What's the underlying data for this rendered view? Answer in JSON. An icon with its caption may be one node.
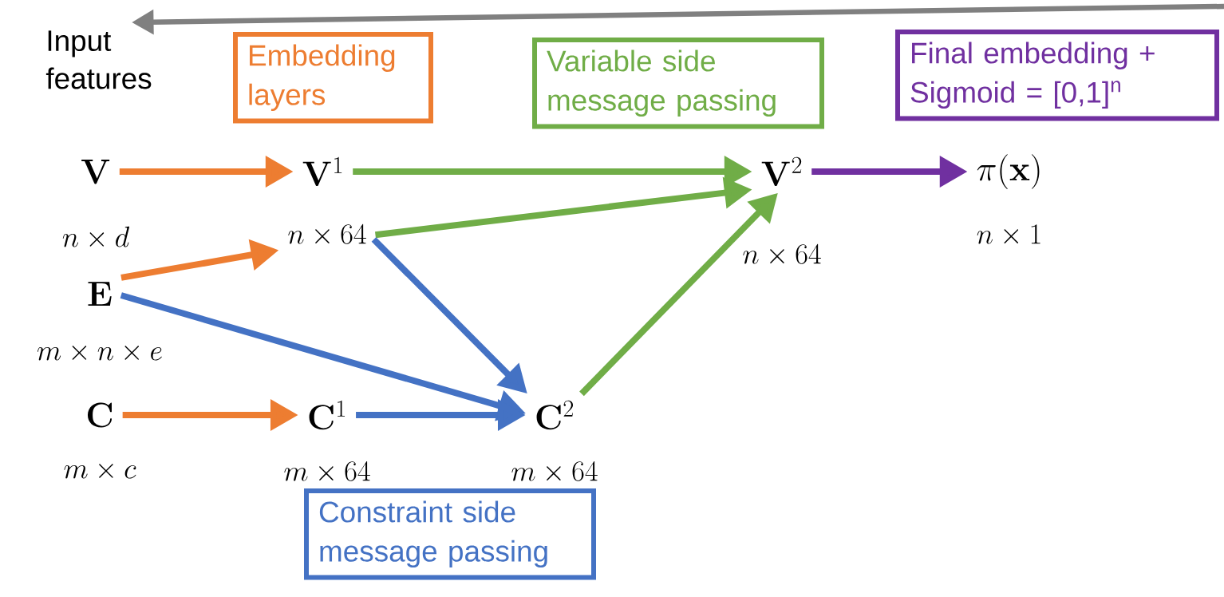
{
  "diagram": {
    "nodes": [
      {
        "text": [
          "Embedding layers"
        ]
      },
      {
        "text": [
          "Variable side message passing"
        ]
      },
      {
        "text": [
          "Final embedding + Sigmoid = [0,1]$^{n}$"
        ]
      },
      {
        "text": [
          "\\mathbf{V}"
        ],
        "beside": [
          "n \\times d"
        ]
      },
      {
        "text": [
          "\\mathbf{V}^1"
        ],
        "beside": [
          "n \\times 64"
        ]
      },
      {
        "text": [
          "\\mathbf{V}^2"
        ],
        "beside": [
          "n \\times 64"
        ]
      },
      {
        "text": [
          "\\pi(\\mathbf{x})"
        ],
        "beside": [
          "n \\times 1"
        ]
      },
      {
        "text": [
          "\\mathbf{E}"
        ],
        "beside": [
          "m \\times n \\times e"
        ]
      },
      {
        "text": [
          "\\mathbf{C}"
        ],
        "beside": [
          "m \\times c"
        ]
      },
      {
        "text": [
          "\\mathbf{C}^1"
        ],
        "beside": [
          "m \\times 64"
        ]
      },
      {
        "text": [
          "\\mathbf{C}^2"
        ],
        "beside": [
          "m \\times 64"
        ]
      },
      {
        "text": [
          "Constraint side message passing"
        ]
      }
    ],
    "edges": [
      {
        "from": 3,
        "to": 4,
        "arrow": "to",
        "color": "#ed7d31"
      },
      {
        "from": 7,
        "to": 4,
        "arrow": "to",
        "color": "#ed7d31"
      },
      {
        "from": 8,
        "to": 9,
        "arrow": "to",
        "color": "#ed7d31"
      },
      {
        "from": 4,
        "to": 5,
        "arrow": "to",
        "color": "#70ad47"
      },
      {
        "from": 4,
        "to": 5,
        "arrow": "to",
        "color": "#70ad47"
      },
      {
        "from": 10,
        "to": 5,
        "arrow": "to",
        "color": "#70ad47"
      },
      {
        "from": 4,
        "to": 10,
        "arrow": "to",
        "color": "#4472c4"
      },
      {
        "from": 7,
        "to": 10,
        "arrow": "to",
        "color": "#4472c4"
      },
      {
        "from": 9,
        "to": 10,
        "arrow": "to",
        "color": "#4472c4"
      },
      {
        "from": 5,
        "to": 6,
        "arrow": "to",
        "color": "#7030a0"
      }
    ],
    "labels": [
      "Input features"
    ]
  }
}
